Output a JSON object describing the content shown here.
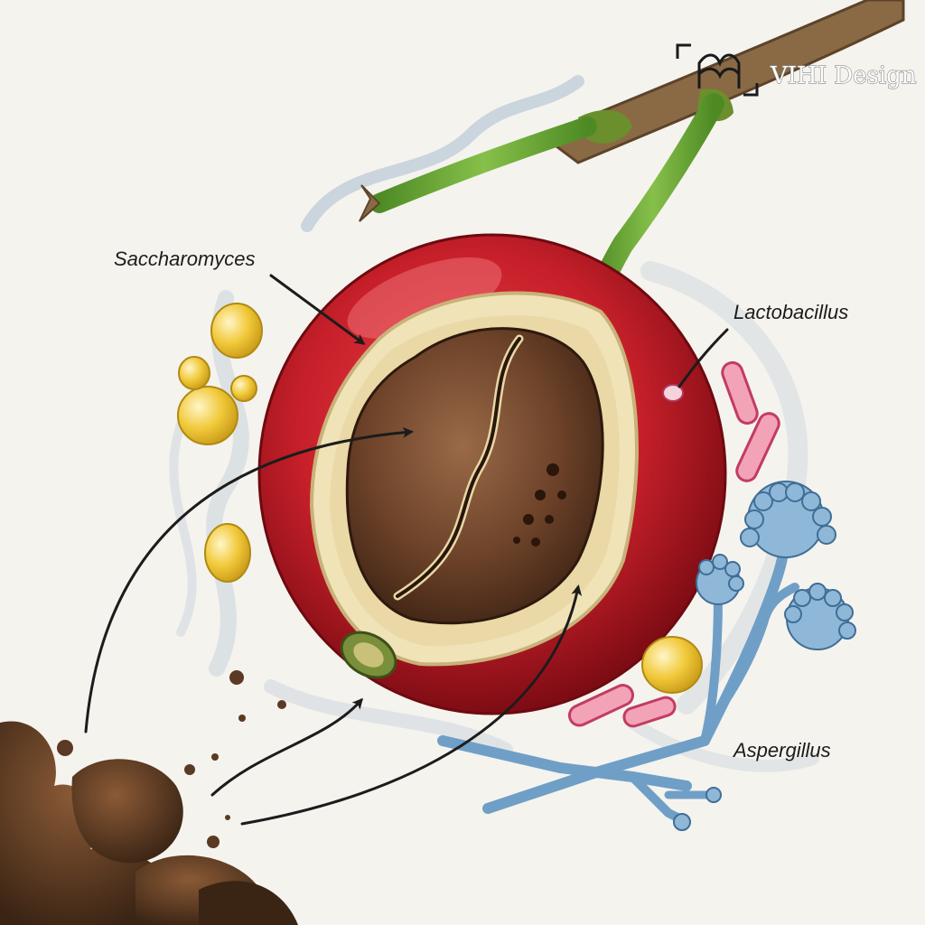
{
  "labels": {
    "saccharomyces": "Saccharomyces",
    "lactobacillus": "Lactobacillus",
    "aspergillus": "Aspergillus"
  },
  "watermark": {
    "text": "VIHI Design",
    "icon": "vihi-logo-icon"
  },
  "colors": {
    "cherry_red": "#c8202a",
    "cherry_dark": "#8e0f17",
    "bean_brown": "#6b4128",
    "pulp_cream": "#f0e3b8",
    "stem_green": "#6aa333",
    "branch_brown": "#8a6a45",
    "yeast_yellow": "#f1c93a",
    "lactobacillus_pink": "#e86a8a",
    "aspergillus_blue": "#6f9fc6",
    "soil_brown": "#5a3a22",
    "mist": "#b9c8d6"
  },
  "icons": [
    "yeast-cell-icon",
    "lactobacillus-rod-icon",
    "aspergillus-conidiophore-icon",
    "soil-clod-icon",
    "arrow-icon"
  ]
}
